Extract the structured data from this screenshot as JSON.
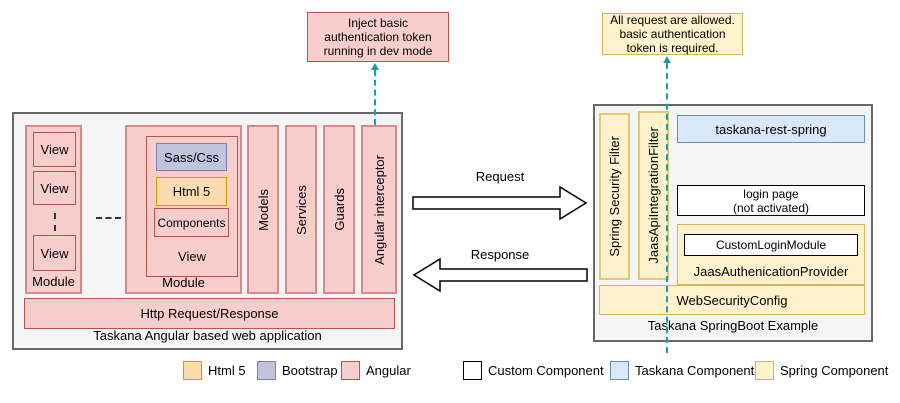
{
  "colors": {
    "angular_fill": "#f8cecc",
    "angular_border": "#b85450",
    "html5_fill": "#fcdcae",
    "html5_border": "#d79b00",
    "bootstrap_fill": "#c2c2dc",
    "bootstrap_border": "#7e7eb8",
    "taskana_fill": "#dae8fc",
    "taskana_border": "#6c8ebf",
    "spring_fill": "#fff2cc",
    "spring_border": "#d6b656",
    "teal": "#16a0a8"
  },
  "callouts": {
    "left": "Inject basic authentication token running in dev mode",
    "right": "All request are allowed. basic authentication token is required."
  },
  "arrows": {
    "request_label": "Request",
    "response_label": "Response"
  },
  "left_app": {
    "title": "Taskana Angular based web application",
    "module1": {
      "label": "Module",
      "views": [
        "View",
        "View",
        "View"
      ]
    },
    "module2": {
      "label": "Module",
      "view": {
        "label": "View",
        "sass_css": "Sass/Css",
        "html5": "Html 5",
        "components": "Components"
      }
    },
    "bars": [
      "Models",
      "Services",
      "Guards",
      "Angular interceptor"
    ],
    "http_bar": "Http Request/Response"
  },
  "right_app": {
    "title": "Taskana SpringBoot Example",
    "filter_bars": [
      "Spring Security Filter",
      "JaasApiIntegrationFilter"
    ],
    "taskana_rest": "taskana-rest-spring",
    "login_page_line1": "login page",
    "login_page_line2": "(not activated)",
    "custom_login_module": "CustomLoginModule",
    "jaas_provider": "JaasAuthenicationProvider",
    "web_security_config": "WebSecurityConfig"
  },
  "legend": {
    "items": [
      {
        "label": "Html 5",
        "color": "#fcdcae",
        "border": "#d79b00"
      },
      {
        "label": "Bootstrap",
        "color": "#c2c2dc",
        "border": "#7e7eb8"
      },
      {
        "label": "Angular",
        "color": "#f8cecc",
        "border": "#b85450"
      },
      {
        "label": "Custom Component",
        "color": "#ffffff",
        "border": "#000000"
      },
      {
        "label": "Taskana Component",
        "color": "#dae8fc",
        "border": "#6c8ebf"
      },
      {
        "label": "Spring Component",
        "color": "#fff2cc",
        "border": "#d6b656"
      }
    ]
  }
}
